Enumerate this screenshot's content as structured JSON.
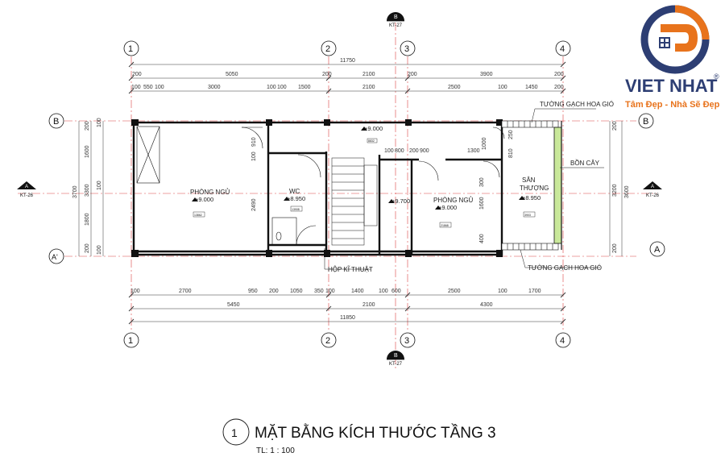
{
  "brand": {
    "name": "VIET NHAT",
    "registered": "®",
    "slogan": "Tâm Đẹp - Nhà Sẽ Đẹp",
    "colors": {
      "navy": "#2d3e73",
      "orange": "#e8731c"
    }
  },
  "drawing": {
    "number": "1",
    "title": "MẶT BẰNG KÍCH THƯỚC TẦNG 3",
    "scale": "TL: 1 : 100",
    "grid_cols": [
      "1",
      "2",
      "3",
      "4"
    ],
    "grid_rows": [
      "B",
      "A'",
      "A"
    ],
    "section_tags": {
      "top": "B",
      "top_ref": "KT-27",
      "bottom": "B",
      "bottom_ref": "KT-27",
      "left": "A",
      "left_ref": "KT-26",
      "right": "A",
      "right_ref": "KT-26"
    },
    "rooms": [
      {
        "name": "PHÒNG NGỦ",
        "level": "+9.000",
        "tag": "13862"
      },
      {
        "name": "WC",
        "level": "+8.950",
        "tag": "13908"
      },
      {
        "name": "PHÒNG NGỦ",
        "level": "+9.000",
        "tag": "21868"
      },
      {
        "name": "SÂN",
        "name2": "THƯỢNG",
        "level": "+8.950",
        "tag": "3903"
      }
    ],
    "levels": {
      "corridor": "+9.000",
      "stair": "+9.700"
    },
    "tags": {
      "corridor": "8832"
    },
    "annotations": {
      "lattice_top": "TƯỜNG GẠCH HOA GIÓ",
      "planter": "BỒN CÂY",
      "tech_box": "HỘP KĨ THUẬT",
      "lattice_bottom": "TƯỜNG GẠCH HOA GIÓ"
    },
    "dims": {
      "top_total": "11750",
      "top_mid": [
        "200",
        "5050",
        "200",
        "2100",
        "200",
        "3900",
        "200"
      ],
      "top_inner": [
        "100",
        "550",
        "100",
        "3000",
        "100",
        "100",
        "1500",
        "2100",
        "2500",
        "100",
        "1450",
        "200"
      ],
      "bot_row1": [
        "100",
        "2700",
        "950",
        "200",
        "1050",
        "350",
        "100",
        "1400",
        "100",
        "600",
        "2500",
        "100",
        "1700"
      ],
      "bot_row2": [
        "5450",
        "2100",
        "4300"
      ],
      "bot_total": "11850",
      "left_outer": [
        "3700"
      ],
      "left_mid": [
        "200",
        "1600",
        "3300",
        "1800",
        "200"
      ],
      "left_inner": [
        "100",
        "100",
        "100"
      ],
      "right_outer": [
        "3600"
      ],
      "right_mid": [
        "200",
        "3200",
        "200"
      ],
      "interior": [
        "910",
        "100",
        "2490",
        "100",
        "800",
        "200",
        "900",
        "1300",
        "1000",
        "250",
        "810",
        "300",
        "1600",
        "400"
      ]
    }
  }
}
